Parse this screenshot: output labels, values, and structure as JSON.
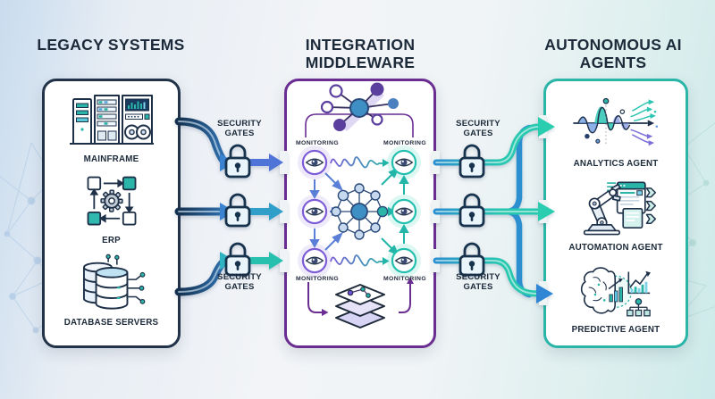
{
  "diagram": {
    "columns": {
      "legacy": {
        "title": "LEGACY SYSTEMS",
        "items": [
          {
            "label": "MAINFRAME",
            "icon": "mainframe-icon"
          },
          {
            "label": "ERP",
            "icon": "erp-icon"
          },
          {
            "label": "DATABASE SERVERS",
            "icon": "database-icon"
          }
        ]
      },
      "middleware": {
        "title": "INTEGRATION MIDDLEWARE",
        "monitoring_label": "MONITORING",
        "icons": [
          "molecule-icon",
          "eye-icon",
          "waveform-icon",
          "network-icon",
          "layers-icon"
        ]
      },
      "agents": {
        "title": "AUTONOMOUS AI AGENTS",
        "items": [
          {
            "label": "ANALYTICS AGENT",
            "icon": "analytics-icon"
          },
          {
            "label": "AUTOMATION AGENT",
            "icon": "automation-icon"
          },
          {
            "label": "PREDICTIVE AGENT",
            "icon": "predictive-icon"
          }
        ]
      }
    },
    "security_gate_label": "SECURITY GATES",
    "gate_icon": "lock-icon",
    "colors": {
      "heading_navy": "#1c2a3a",
      "legacy_border": "#223349",
      "middleware_border": "#6a2d91",
      "agents_border": "#2ab5a8",
      "flow_navy": "#14324f",
      "flow_blue": "#3b82d0",
      "flow_teal": "#27c0ae",
      "flow_purple_blue": "#4f74d8",
      "predictive_arrow_blue": "#2e86d4",
      "eye_ring_left": "#7b5bd6",
      "eye_ring_right": "#22bfae"
    }
  }
}
